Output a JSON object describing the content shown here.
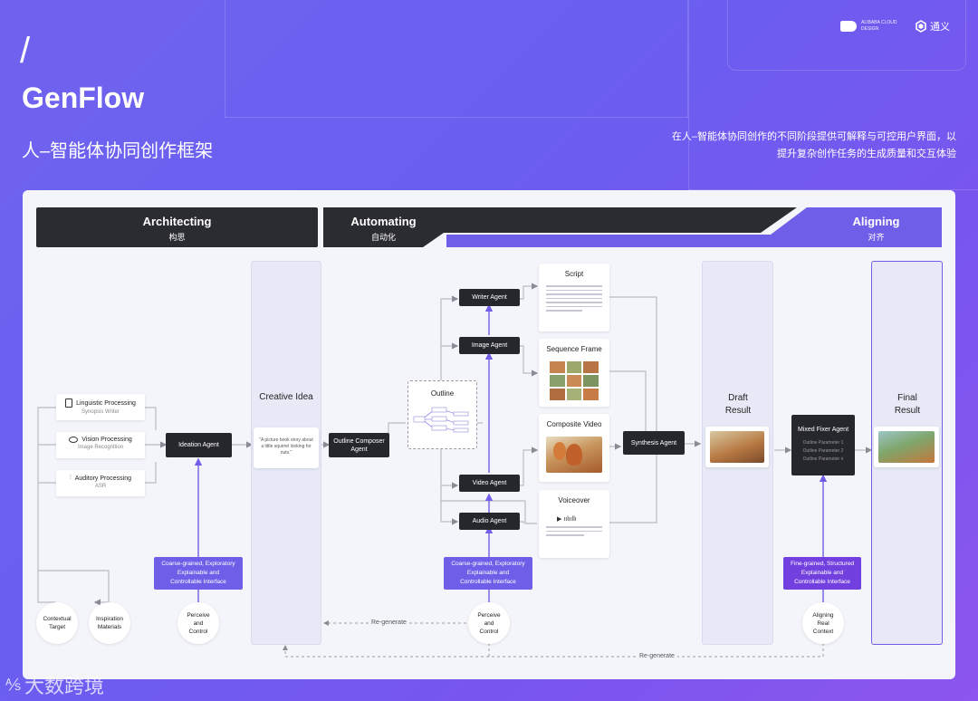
{
  "header": {
    "slash": "/",
    "title": "GenFlow",
    "subtitle": "人–智能体协同创作框架",
    "description_line1": "在人–智能体协同创作的不同阶段提供可解释与可控用户界面，以",
    "description_line2": "提升复杂创作任务的生成质量和交互体验",
    "logo_alibaba": "ALIBABA CLOUD DESIGN",
    "logo_tongyi": "通义"
  },
  "phases": {
    "architecting": {
      "en": "Architecting",
      "zh": "构思"
    },
    "automating": {
      "en": "Automating",
      "zh": "自动化"
    },
    "aligning": {
      "en": "Aligning",
      "zh": "对齐"
    }
  },
  "inputs": {
    "linguistic": {
      "title": "Linguistic Processing",
      "sub": "Synopsis Writer"
    },
    "vision": {
      "title": "Vision Processing",
      "sub": "Image Recognition"
    },
    "auditory": {
      "title": "Auditory Processing",
      "sub": "ASR"
    }
  },
  "agents": {
    "ideation": "Ideation Agent",
    "outline_composer": "Outline Composer Agent",
    "writer": "Writer Agent",
    "image": "Image Agent",
    "video": "Video Agent",
    "audio": "Audio Agent",
    "synthesis": "Synthesis Agent",
    "mixed_fixer": "Mixed Fixer Agent"
  },
  "mixed_fixer_params": [
    "Outline Parameter 1",
    "Outline Parameter 2",
    "Outline Parameter n"
  ],
  "columns": {
    "creative_idea": "Creative Idea",
    "creative_idea_text": "\"A picture book story about a little squirrel looking for nuts.\"",
    "draft_result": "Draft Result",
    "final_result": "Final Result"
  },
  "outline": {
    "title": "Outline"
  },
  "outputs": {
    "script": "Script",
    "sequence_frame": "Sequence Frame",
    "composite_video": "Composite Video",
    "voiceover": "Voiceover"
  },
  "interfaces": {
    "coarse_1": [
      "Coarse-grained, Exploratory",
      "Explainable and",
      "Controllable Interface"
    ],
    "coarse_2": [
      "Coarse-grained, Exploratory",
      "Explainable and",
      "Controllable Interface"
    ],
    "fine": [
      "Fine-grained, Structured",
      "Explainable and",
      "Controllable Interface"
    ]
  },
  "circles": {
    "contextual_target": [
      "Contextual",
      "Target"
    ],
    "inspiration_materials": [
      "Inspiration",
      "Materials"
    ],
    "perceive_1": [
      "Perceive",
      "and",
      "Control"
    ],
    "perceive_2": [
      "Perceive",
      "and",
      "Control"
    ],
    "aligning_real": [
      "Aligning",
      "Real",
      "Context"
    ]
  },
  "regenerate": {
    "label1": "Re-generate",
    "label2": "Re-generate"
  },
  "watermark": "大数跨境",
  "colors": {
    "accent": "#6f5fe8",
    "dark": "#26272c",
    "panel": "#f4f5fb"
  }
}
